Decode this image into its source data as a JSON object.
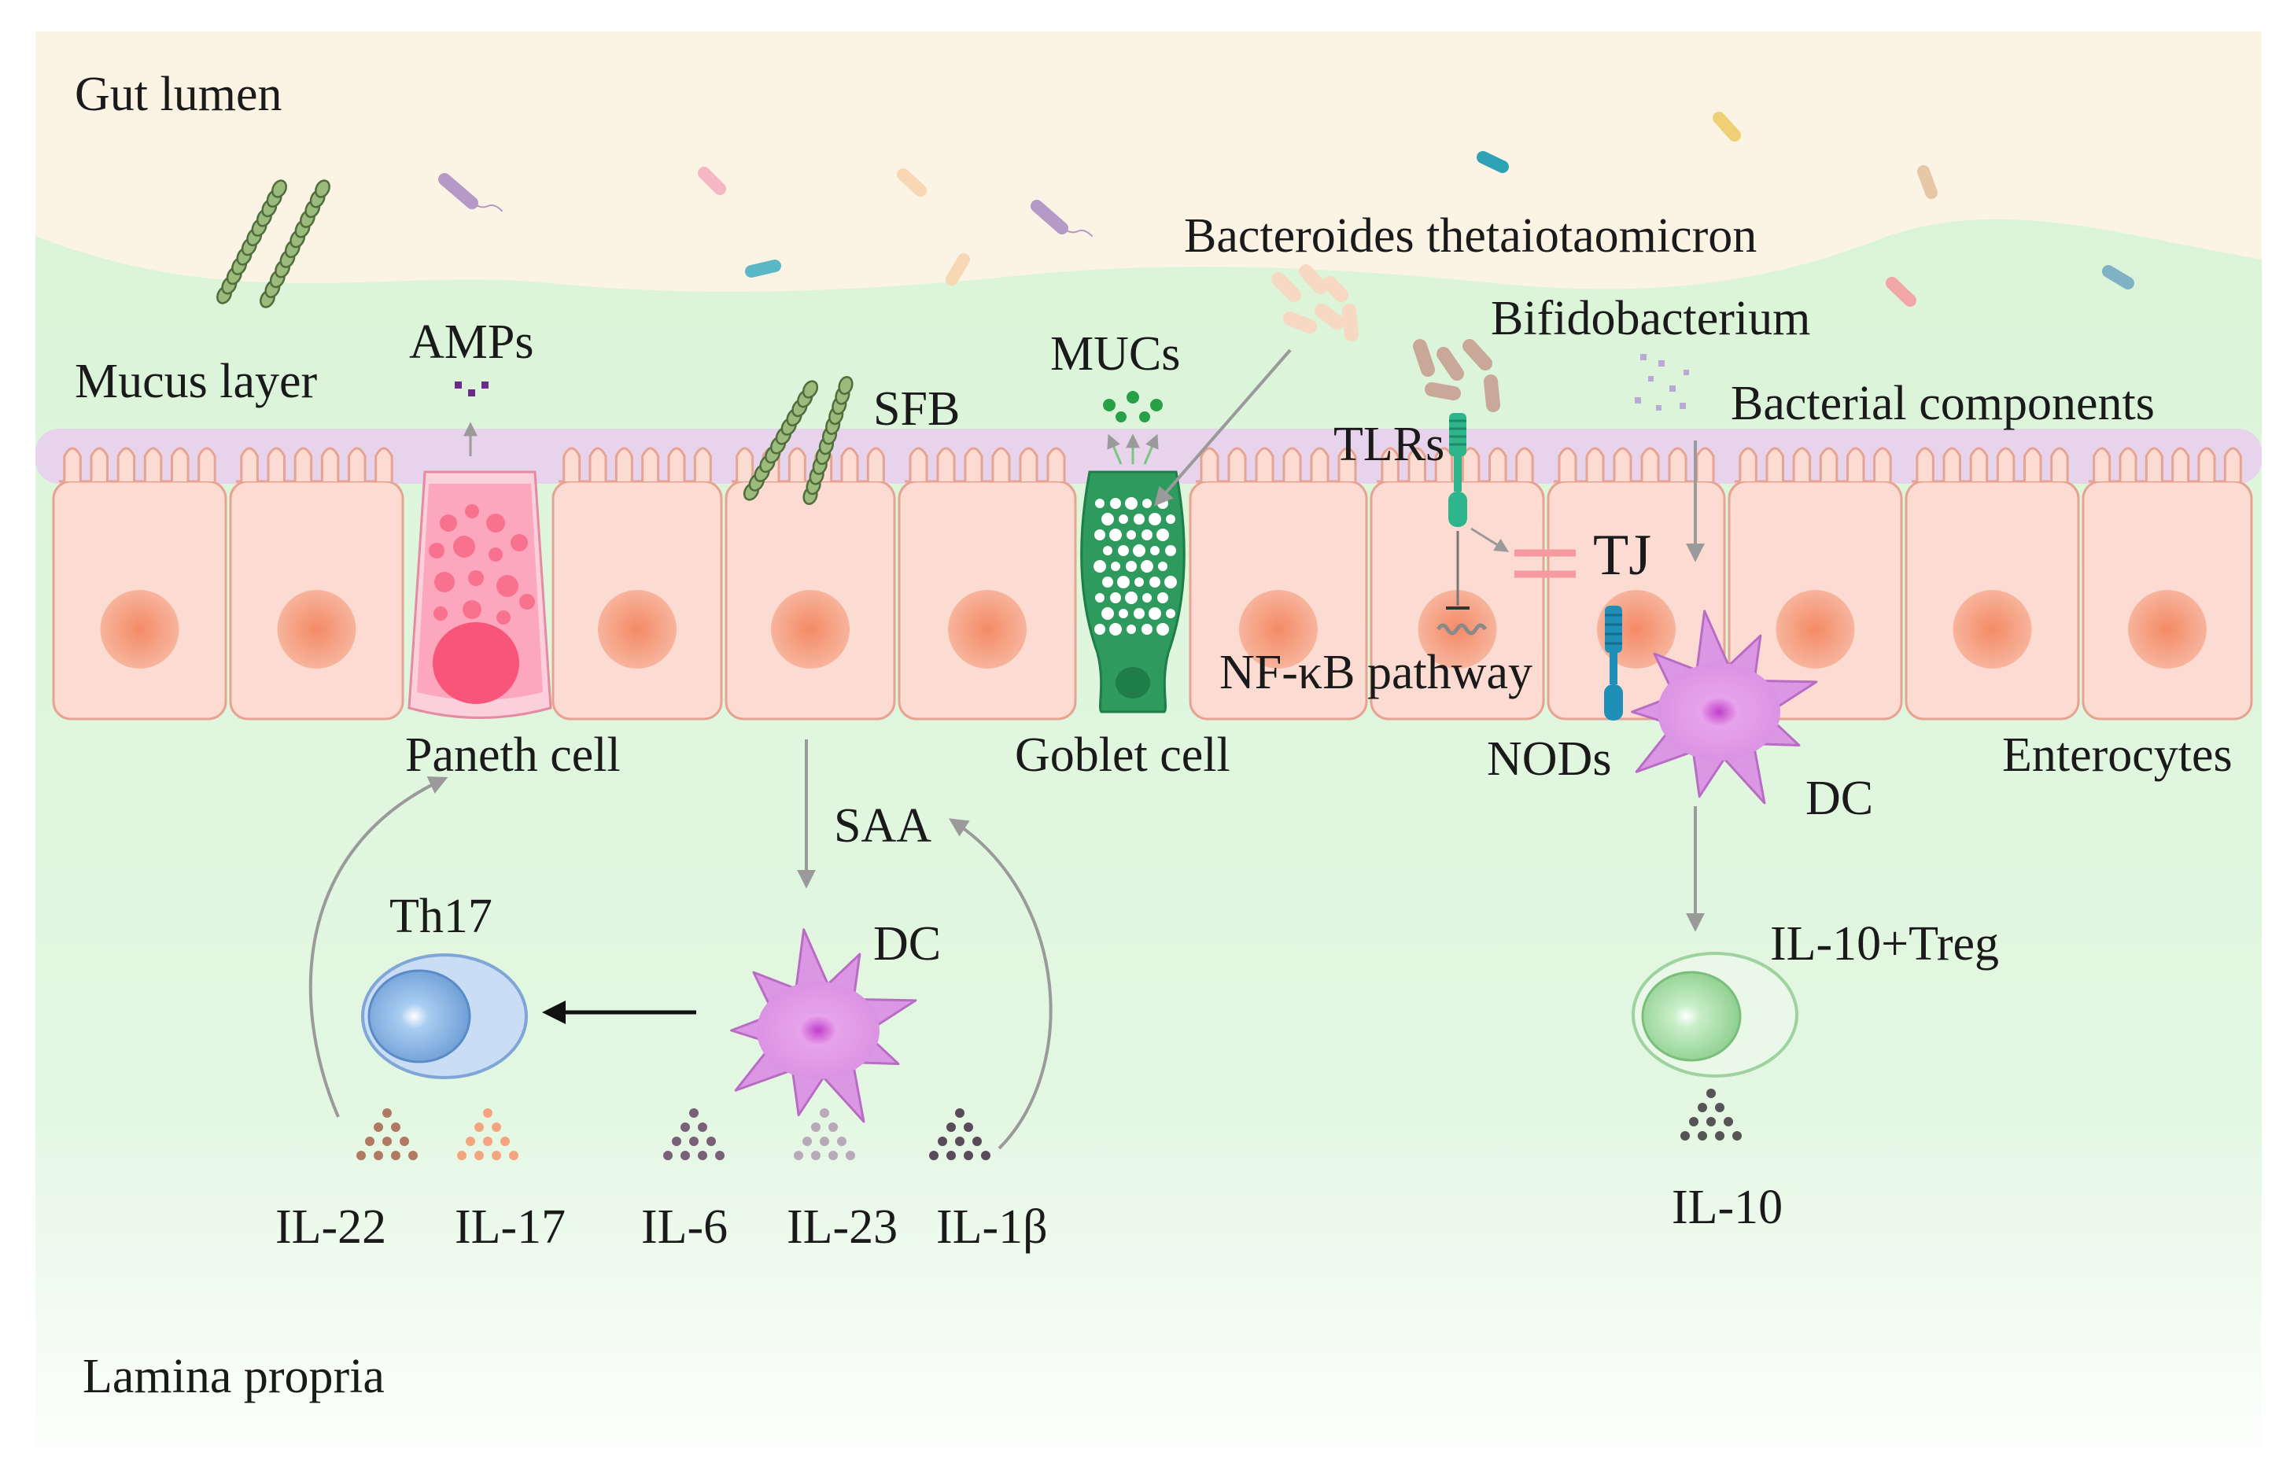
{
  "regions": {
    "gut_lumen": "Gut lumen",
    "mucus_layer": "Mucus layer",
    "lamina_propria": "Lamina propria"
  },
  "labels": {
    "amps": "AMPs",
    "sfb": "SFB",
    "mucs": "MUCs",
    "bacteroides": "Bacteroides thetaiotaomicron",
    "bifidobacterium": "Bifidobacterium",
    "bacterial_components": "Bacterial components",
    "tlrs": "TLRs",
    "tj": "TJ",
    "nfkb": "NF-κB pathway",
    "nods": "NODs",
    "paneth_cell": "Paneth cell",
    "goblet_cell": "Goblet cell",
    "enterocytes": "Enterocytes",
    "dc_left": "DC",
    "dc_right": "DC",
    "saa": "SAA",
    "th17": "Th17",
    "treg": "IL-10+Treg"
  },
  "cytokines": {
    "il22": "IL-22",
    "il17": "IL-17",
    "il6": "IL-6",
    "il23": "IL-23",
    "il1b": "IL-1β",
    "il10": "IL-10"
  },
  "colors": {
    "lumen": "#fbf4e6",
    "tissue": "#dff5dc",
    "mucus": "#e6d3ec",
    "enterocyte": "#fbdad0",
    "nucleus": "#f39a7c",
    "paneth": "#f86d86",
    "goblet": "#3aa56a",
    "dc": "#d88fe0",
    "th17": "#8fb8e6",
    "treg": "#bfe6bf",
    "arrow": "#9a9a9a"
  }
}
